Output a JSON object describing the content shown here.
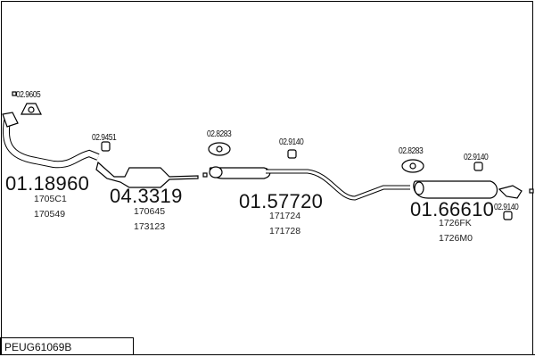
{
  "diagram_code": "PEUG61069B",
  "parts": [
    {
      "number": "01.18960",
      "refs": [
        "1705C1",
        "170549"
      ]
    },
    {
      "number": "04.3319",
      "refs": [
        "170645",
        "173123"
      ]
    },
    {
      "number": "01.57720",
      "refs": [
        "171724",
        "171728"
      ]
    },
    {
      "number": "01.66610",
      "refs": [
        "1726FK",
        "1726M0"
      ]
    }
  ],
  "fittings": [
    "02.9605",
    "02.9451",
    "02.8283",
    "02.9140",
    "02.8283",
    "02.9140",
    "02.9140"
  ]
}
